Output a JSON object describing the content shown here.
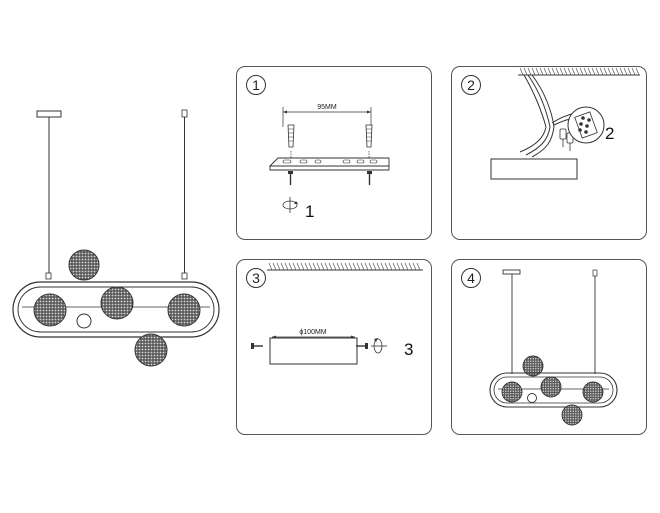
{
  "steps": [
    {
      "number": "1",
      "dimension": "95MM",
      "callout": "1"
    },
    {
      "number": "2",
      "callout": "2"
    },
    {
      "number": "3",
      "dimension": "ϕ100MM",
      "callout": "3"
    },
    {
      "number": "4"
    }
  ],
  "icons": {
    "screw": "screw-icon",
    "rotate": "rotate-arrow-icon",
    "ceiling": "ceiling-hatch"
  }
}
